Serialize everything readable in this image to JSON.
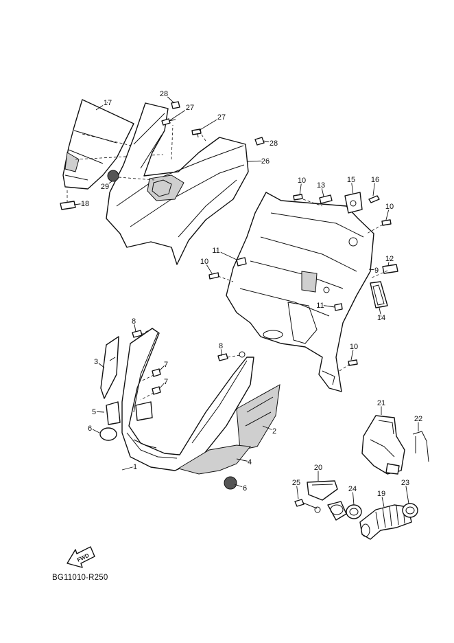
{
  "diagram": {
    "part_numbers": [
      "1",
      "2",
      "3",
      "4",
      "5",
      "6",
      "6",
      "7",
      "7",
      "8",
      "8",
      "9",
      "10",
      "10",
      "10",
      "10",
      "11",
      "11",
      "12",
      "13",
      "14",
      "15",
      "16",
      "17",
      "18",
      "19",
      "20",
      "21",
      "22",
      "23",
      "24",
      "25",
      "26",
      "27",
      "27",
      "28",
      "28",
      "29"
    ],
    "direction_label": "FWD",
    "drawing_code": "BG11010-R250"
  }
}
